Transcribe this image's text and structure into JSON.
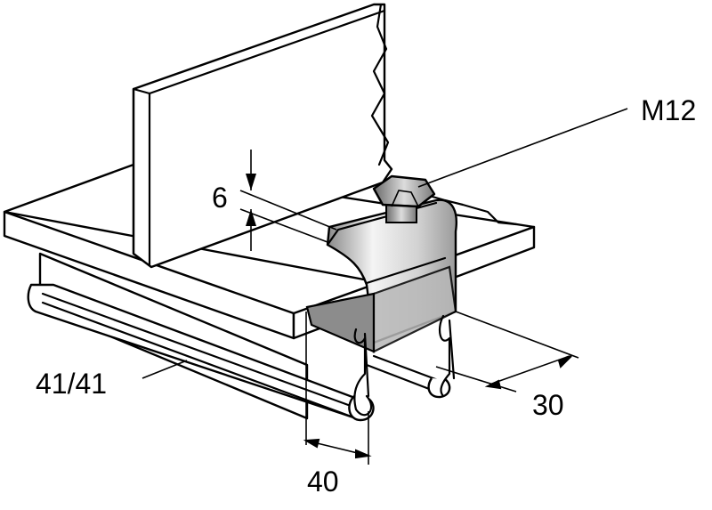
{
  "labels": {
    "bolt": "M12",
    "flange_thickness": "6",
    "channel_size": "41/41",
    "clamp_width": "30",
    "clamp_depth": "40"
  },
  "colors": {
    "line": "#000000",
    "background": "#ffffff",
    "clamp_light": "#f2f2f2",
    "clamp_shadow": "#a9a9a9"
  }
}
